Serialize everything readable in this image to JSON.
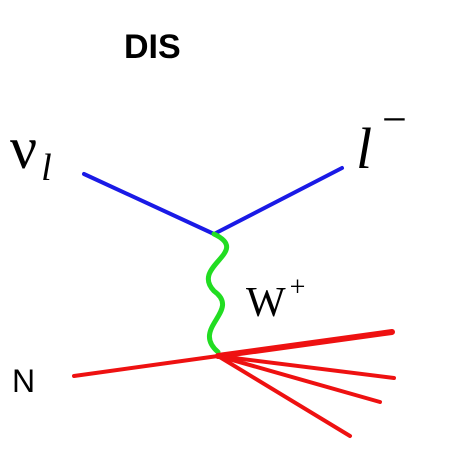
{
  "title": "DIS",
  "labels": {
    "neutrino_symbol": "ν",
    "neutrino_subscript": "l",
    "lepton_symbol": "l",
    "lepton_charge": "−",
    "boson_symbol": "W",
    "boson_charge": "+",
    "nucleon": "N"
  },
  "colors": {
    "lepton_lines": "#1a1ae6",
    "boson_line": "#22dd22",
    "hadron_lines": "#ee1111",
    "text": "#000000"
  }
}
